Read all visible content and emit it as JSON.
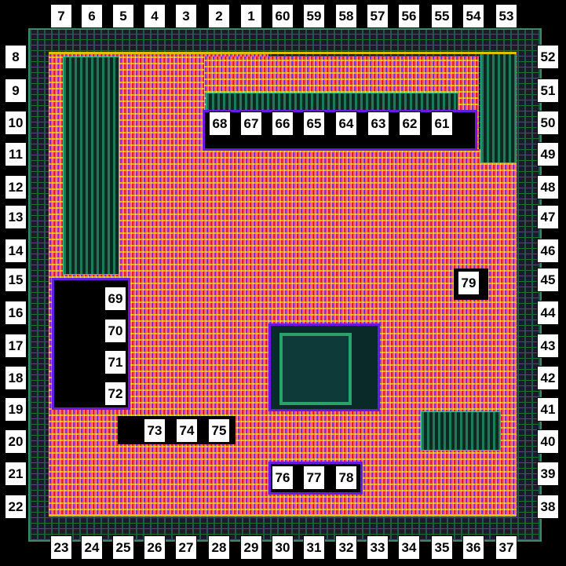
{
  "pads": {
    "top": [
      "7",
      "6",
      "5",
      "4",
      "3",
      "2",
      "1",
      "60",
      "59",
      "58",
      "57",
      "56",
      "55",
      "54",
      "53"
    ],
    "left": [
      "8",
      "9",
      "10",
      "11",
      "12",
      "13",
      "14",
      "15",
      "16",
      "17",
      "18",
      "19",
      "20",
      "21",
      "22"
    ],
    "right": [
      "52",
      "51",
      "50",
      "49",
      "48",
      "47",
      "46",
      "45",
      "44",
      "43",
      "42",
      "41",
      "40",
      "39",
      "38"
    ],
    "bottom": [
      "23",
      "24",
      "25",
      "26",
      "27",
      "28",
      "29",
      "30",
      "31",
      "32",
      "33",
      "34",
      "35",
      "36",
      "37"
    ]
  },
  "inner": {
    "row_a": [
      "68",
      "67",
      "66",
      "65",
      "64",
      "63",
      "62",
      "61"
    ],
    "col_b": [
      "69",
      "70",
      "71",
      "72"
    ],
    "row_c": [
      "73",
      "74",
      "75"
    ],
    "row_d": [
      "76",
      "77",
      "78"
    ],
    "single": [
      "79"
    ]
  },
  "colors": {
    "metal1": "#e0203a",
    "metal2": "#7a28d0",
    "poly": "#d8b800",
    "diff": "#1f7a5a",
    "frame": "#6a1ae0"
  }
}
